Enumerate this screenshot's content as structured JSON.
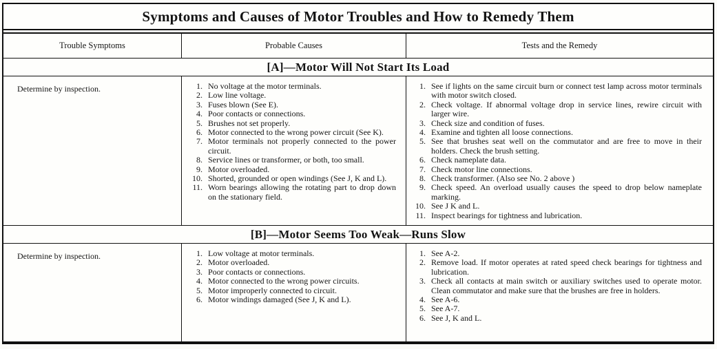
{
  "title": "Symptoms and Causes of Motor Troubles and How to Remedy Them",
  "columns": [
    "Trouble Symptoms",
    "Probable Causes",
    "Tests and the Remedy"
  ],
  "sections": [
    {
      "heading": "[A]—Motor Will Not Start Its Load",
      "symptom": "Determine by inspection.",
      "causes": [
        "No voltage at the motor terminals.",
        "Low line voltage.",
        "Fuses blown (See E).",
        "Poor contacts or connections.",
        "Brushes not set properly.",
        "Motor connected to the wrong power circuit (See K).",
        "Motor terminals not properly connected to the power circuit.",
        "Service lines or transformer, or both, too small.",
        "Motor overloaded.",
        "Shorted, grounded or open windings (See J, K and L).",
        "Worn bearings allowing the rotating part to drop down on the stationary field."
      ],
      "remedies": [
        "See if lights on the same circuit burn or connect test lamp across motor terminals with motor switch closed.",
        "Check voltage. If abnormal voltage drop in service lines, rewire circuit with larger wire.",
        "Check size and condition of fuses.",
        "Examine and tighten all loose connections.",
        "See that brushes seat well on the commutator and are free to move in their holders. Check the brush setting.",
        "Check nameplate data.",
        "Check motor line connections.",
        "Check transformer. (Also see No. 2 above )",
        "Check speed. An overload usually causes the speed to drop below nameplate marking.",
        "See J K and L.",
        "Inspect bearings for tightness and lubrication."
      ]
    },
    {
      "heading": "[B]—Motor Seems Too Weak—Runs Slow",
      "symptom": "Determine by inspection.",
      "causes": [
        "Low voltage at motor terminals.",
        "Motor overloaded.",
        "Poor contacts or connections.",
        "Motor connected to the wrong power circuits.",
        "Motor improperly connected to circuit.",
        "Motor windings damaged (See J, K and L)."
      ],
      "remedies": [
        "See A-2.",
        "Remove load. If motor operates at rated speed check bearings for tightness and lubrication.",
        "Check all contacts at main switch or auxiliary switches used to operate motor. Clean commutator and make sure that the brushes are free in holders.",
        "See A-6.",
        "See A-7.",
        "See J, K and L."
      ]
    }
  ]
}
